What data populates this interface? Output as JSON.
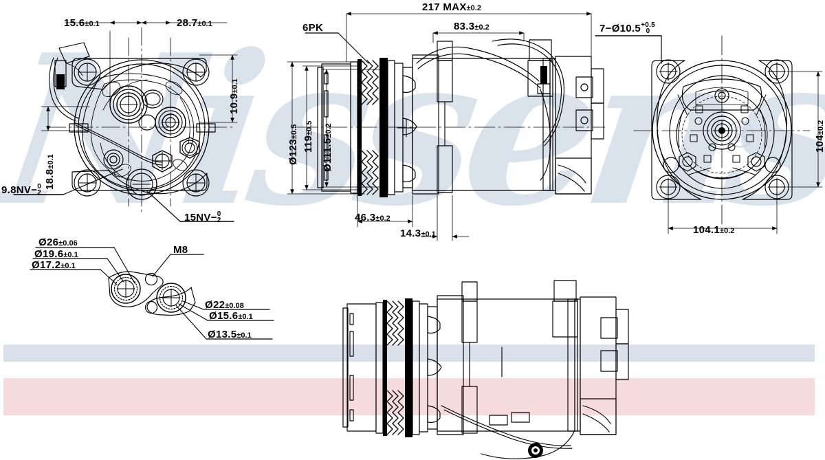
{
  "document": {
    "kind": "engineering-drawing",
    "subject": "air-conditioning compressor",
    "brand_watermark": "Nissens",
    "registered_mark": "®"
  },
  "palette": {
    "line": "#000000",
    "watermark": "#ccd7e6",
    "band_blue": "#dae1ea",
    "band_pink": "#f6dbdd",
    "background": "#ffffff"
  },
  "views": {
    "front": {
      "name": "front view (rear housing / ports side)"
    },
    "side": {
      "name": "side elevation with pulley"
    },
    "rear": {
      "name": "rear view (mounting ears)"
    },
    "detail": {
      "name": "port flange detail"
    },
    "bottom": {
      "name": "lower side elevation"
    }
  },
  "labels": {
    "front_top_left": {
      "text": "15.6",
      "tol": "±0.1"
    },
    "front_top_right": {
      "text": "28.7",
      "tol": "±0.1"
    },
    "front_right_vert": {
      "text": "10.9",
      "tol": "±0.1"
    },
    "front_left_vert": {
      "text": "18.8",
      "tol": "±0.1"
    },
    "front_thread_small": {
      "text": "9.8NV−",
      "tol_up": "0",
      "tol_dn": "2"
    },
    "front_thread_large": {
      "text": "15NV−",
      "tol_up": "0",
      "tol_dn": "2"
    },
    "detail_d26": {
      "text": "Ø26",
      "tol": "±0.06"
    },
    "detail_d196": {
      "text": "Ø19.6",
      "tol": "±0.1"
    },
    "detail_d172": {
      "text": "Ø17.2",
      "tol": "±0.1"
    },
    "detail_m8": {
      "text": "M8"
    },
    "detail_d22": {
      "text": "Ø22",
      "tol": "±0.08"
    },
    "detail_d156": {
      "text": "Ø15.6",
      "tol": "±0.1"
    },
    "detail_d135": {
      "text": "Ø13.5",
      "tol": "±0.1"
    },
    "side_overall": {
      "text": "217  MAX",
      "tol": "±0.2"
    },
    "side_belt": {
      "text": "6PK"
    },
    "side_83": {
      "text": "83.3",
      "tol": "±0.2"
    },
    "side_d123": {
      "text": "Ø123",
      "tol": "±0.5"
    },
    "side_119": {
      "text": "119",
      "tol": "±0.5"
    },
    "side_d1115": {
      "text": "Ø111.5",
      "tol": "±0.2"
    },
    "side_463": {
      "text": "46.3",
      "tol": "±0.2"
    },
    "side_143": {
      "text": "14.3",
      "tol": "±0.1"
    },
    "rear_holes": {
      "text": "7−Ø10.5",
      "tol_up": "+0.5",
      "tol_dn": "0"
    },
    "rear_104": {
      "text": "104",
      "tol": "±0.2"
    },
    "rear_1041": {
      "text": "104.1",
      "tol": "±0.2"
    }
  }
}
